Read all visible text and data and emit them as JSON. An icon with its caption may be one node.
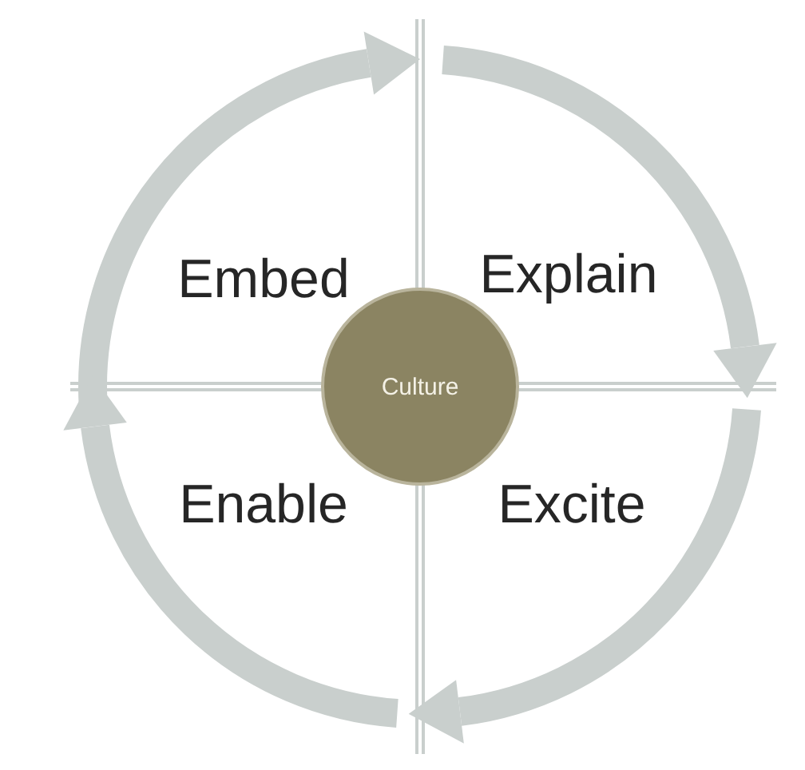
{
  "diagram": {
    "nodes": [
      {
        "text": [
          "Culture"
        ]
      },
      {
        "text": [
          "Embed"
        ]
      },
      {
        "text": [
          "Explain"
        ]
      },
      {
        "text": [
          "Enable"
        ]
      },
      {
        "text": [
          "Excite"
        ]
      }
    ]
  }
}
